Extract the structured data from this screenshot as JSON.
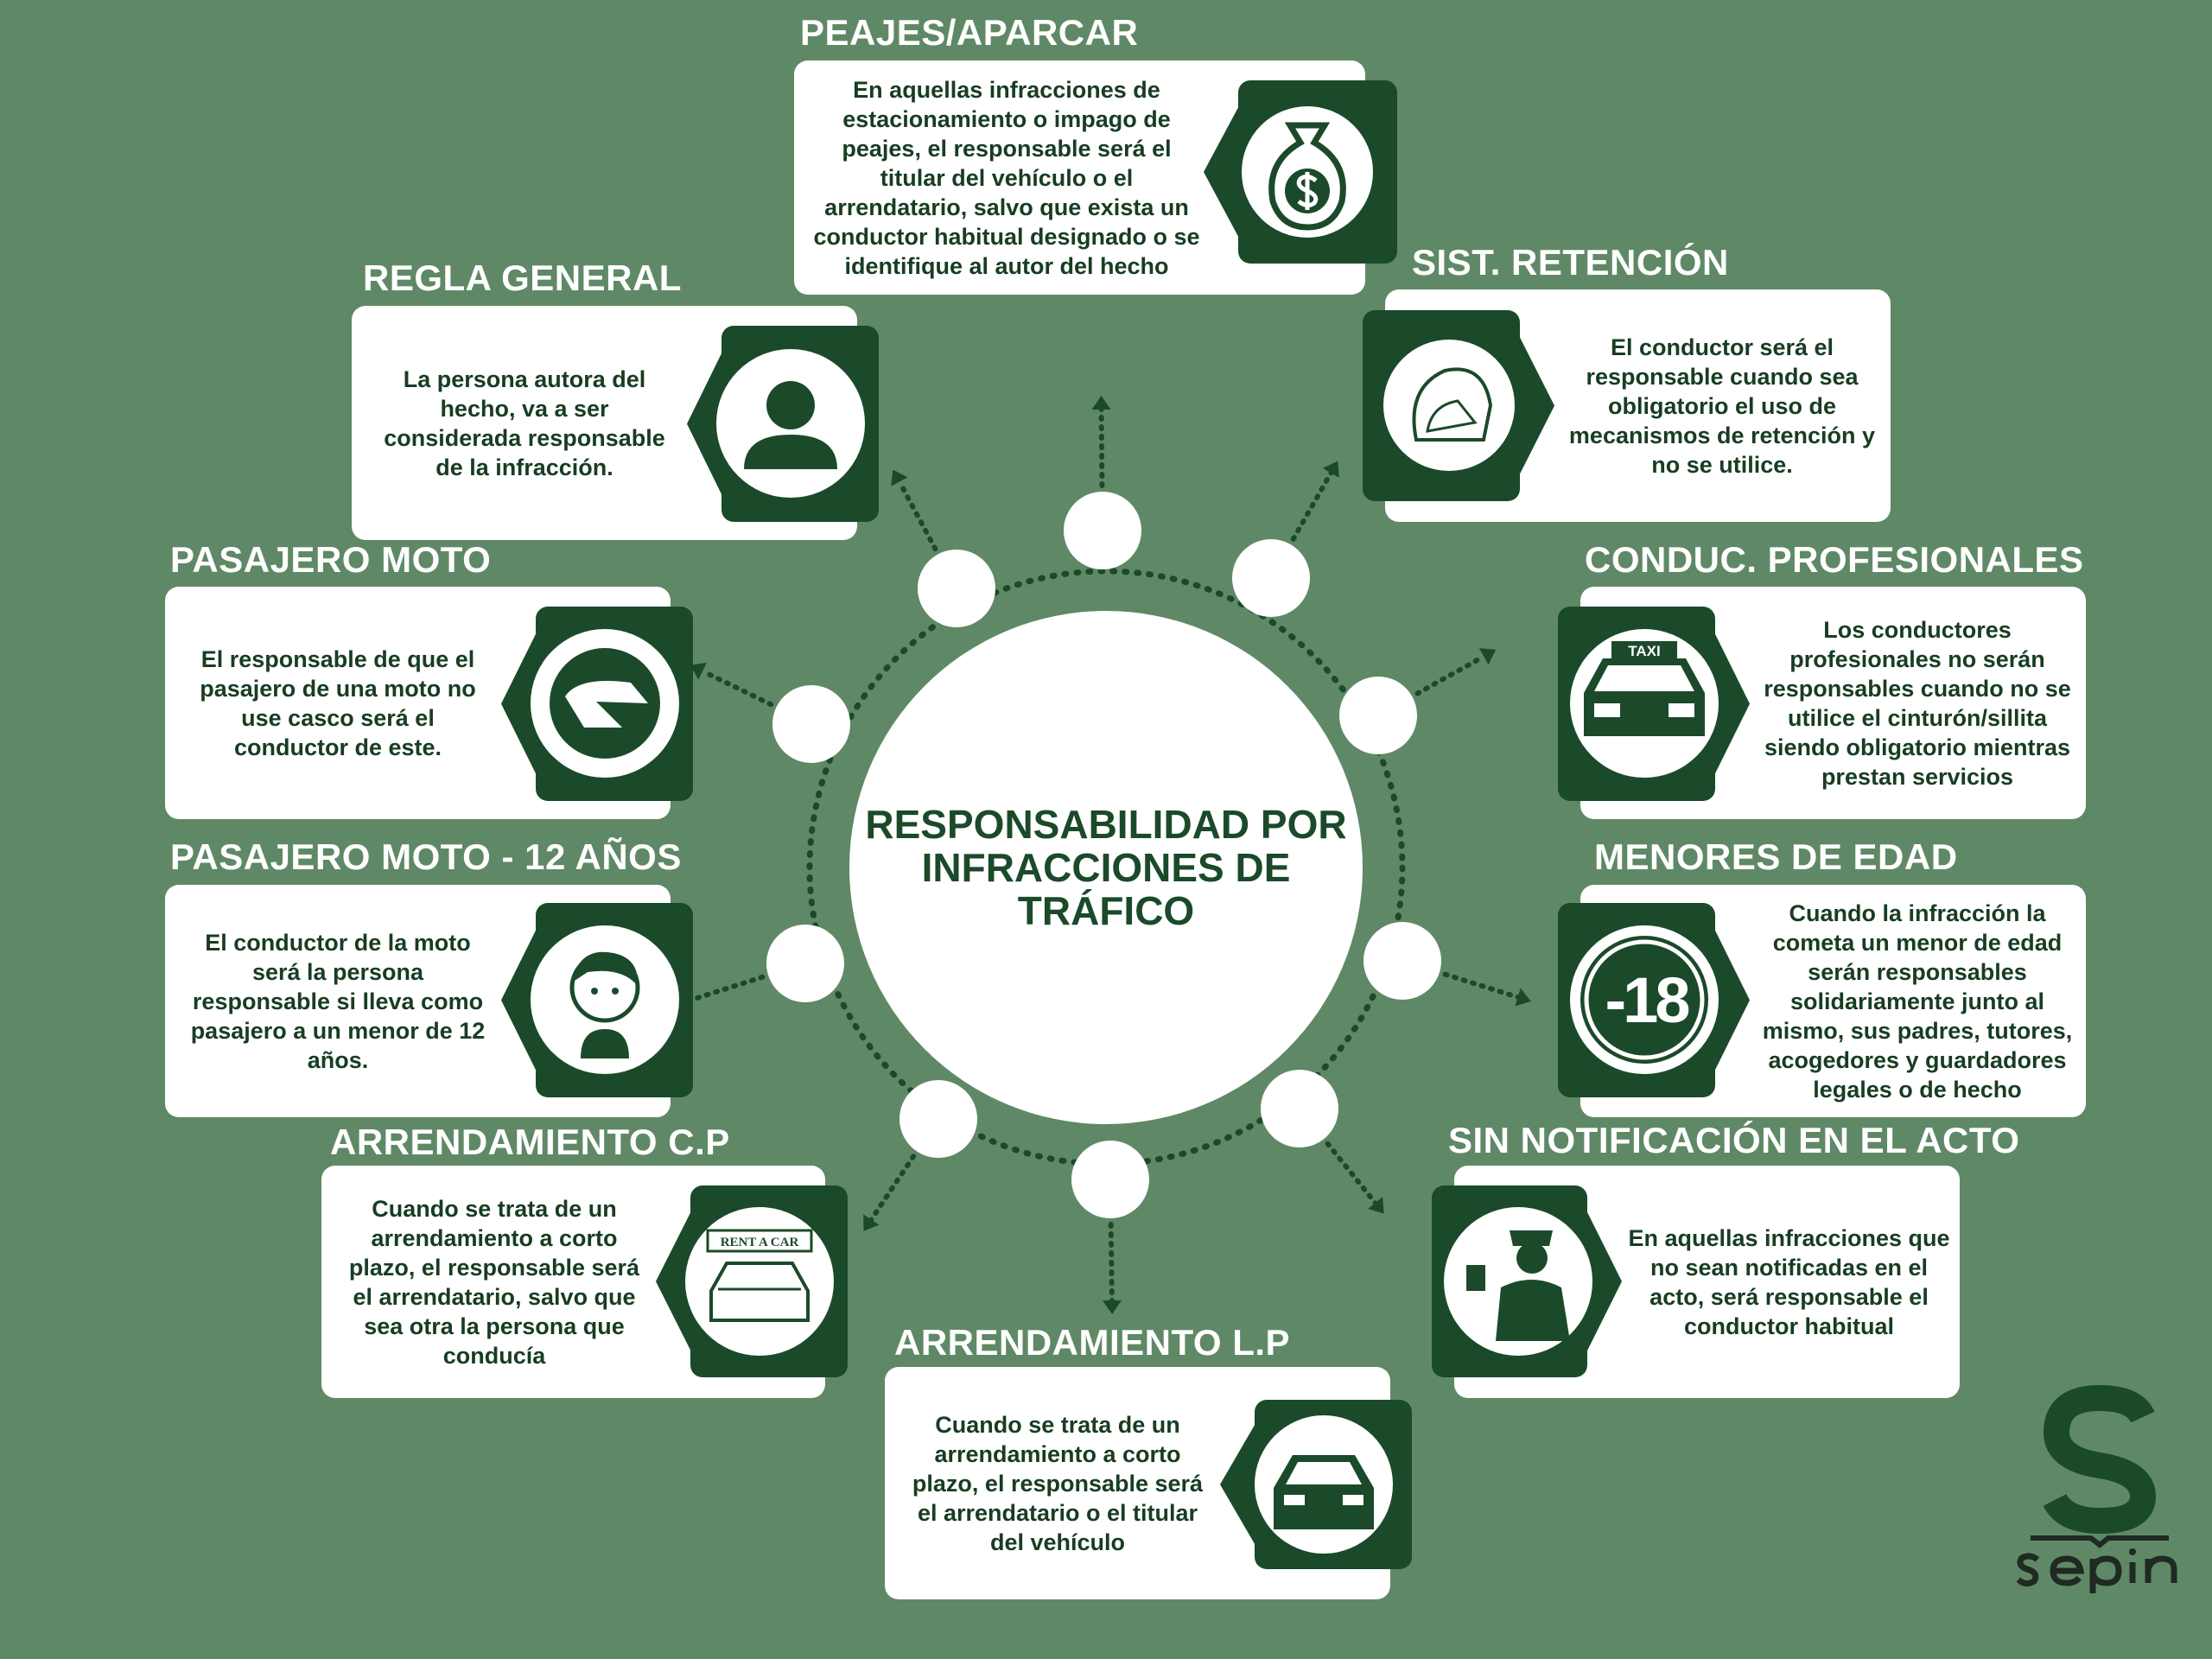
{
  "center_title": "RESPONSABILIDAD POR INFRACCIONES DE TRÁFICO",
  "colors": {
    "background": "#5f8966",
    "dark_green": "#1b4a2a",
    "text": "#173d22",
    "white": "#ffffff"
  },
  "cards": [
    {
      "title": "PEAJES/APARCAR",
      "text": "En aquellas infracciones de estacionamiento o impago de peajes, el responsable será el titular del vehículo o el arrendatario, salvo que exista un conductor habitual designado o se identifique al autor del hecho",
      "icon": "money-bag-icon"
    },
    {
      "title": "SIST. RETENCIÓN",
      "text": "El conductor será el responsable cuando sea obligatorio el uso de mecanismos de retención y no se utilice.",
      "icon": "baby-car-seat-icon"
    },
    {
      "title": "REGLA GENERAL",
      "text": "La persona autora del hecho, va a ser considerada responsable de la infracción.",
      "icon": "person-icon"
    },
    {
      "title": "CONDUC. PROFESIONALES",
      "text": "Los conductores profesionales no serán responsables cuando no se utilice el cinturón/sillita siendo obligatorio mientras prestan servicios",
      "icon": "taxi-icon",
      "icon_label": "TAXI"
    },
    {
      "title": "PASAJERO MOTO",
      "text": "El responsable de que el pasajero de una moto no use casco será el conductor de este.",
      "icon": "helmet-icon"
    },
    {
      "title": "PASAJERO MOTO - 12 AÑOS",
      "text": "El conductor de la moto será la persona responsable si lleva como pasajero a un menor de 12 años.",
      "icon": "child-icon"
    },
    {
      "title": "MENORES DE EDAD",
      "text": "Cuando la infracción la cometa un menor de edad serán responsables solidariamente junto al mismo, sus padres, tutores, acogedores y guardadores legales o de hecho",
      "icon": "minus-18-icon",
      "icon_label": "-18"
    },
    {
      "title": "ARRENDAMIENTO C.P",
      "text": "Cuando se trata de un arrendamiento a corto plazo, el responsable será el arrendatario, salvo que sea otra la persona que conducía",
      "icon": "rent-a-car-icon",
      "icon_label": "RENT A CAR"
    },
    {
      "title": "SIN NOTIFICACIÓN EN EL ACTO",
      "text": "En aquellas infracciones que no sean notificadas en el acto, será responsable el conductor habitual",
      "icon": "police-officer-icon"
    },
    {
      "title": "ARRENDAMIENTO L.P",
      "text": "Cuando se trata de un arrendamiento a corto plazo, el responsable será el arrendatario o el titular del vehículo",
      "icon": "car-icon"
    }
  ],
  "logo": {
    "letter": "S",
    "name": "sepin"
  }
}
